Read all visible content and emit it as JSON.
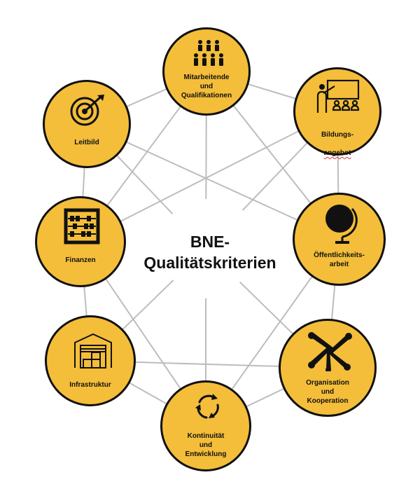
{
  "center": {
    "title_line1": "BNE-",
    "title_line2": "Qualitätskriterien"
  },
  "nodes": {
    "mitarbeitende": {
      "label": "Mitarbeitende\nund\nQualifikationen",
      "icon": "people-group-icon"
    },
    "bildung": {
      "label_line1": "Bildungs-",
      "label_line2": "angebot",
      "icon": "teacher-presentation-icon"
    },
    "leitbild": {
      "label": "Leitbild",
      "icon": "target-arrow-icon"
    },
    "finanzen": {
      "label": "Finanzen",
      "icon": "abacus-icon"
    },
    "oeffentlichkeit": {
      "label": "Öffentlichkeits-\narbeit",
      "icon": "globe-icon"
    },
    "infrastruktur": {
      "label": "Infrastruktur",
      "icon": "warehouse-icon"
    },
    "organisation": {
      "label": "Organisation\nund\nKooperation",
      "icon": "hands-together-icon"
    },
    "kontinuitaet": {
      "label": "Kontinuität\nund\nEntwicklung",
      "icon": "cycle-arrows-icon"
    }
  },
  "colors": {
    "node_fill": "#f4be3a",
    "node_border": "#111111",
    "connector": "#bdbdbd"
  }
}
